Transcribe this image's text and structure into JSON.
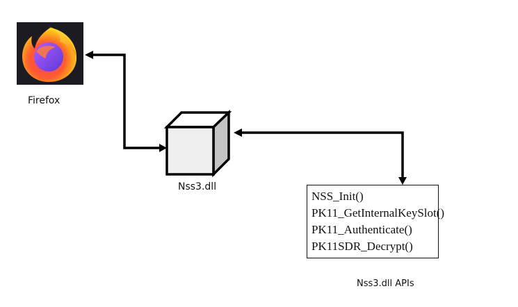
{
  "nodes": {
    "firefox": {
      "label": "Firefox",
      "icon": "firefox-logo-icon"
    },
    "nss_dll": {
      "label": "Nss3.dll",
      "icon": "cube-icon"
    },
    "api_list": {
      "caption": "Nss3.dll APIs",
      "items": [
        "NSS_Init()",
        "PK11_GetInternalKeySlot()",
        "PK11_Authenticate()",
        "PK11SDR_Decrypt()"
      ]
    }
  },
  "edges": [
    {
      "from": "nss_dll",
      "to": "firefox",
      "style": "double-arrow-elbow"
    },
    {
      "from": "api_list",
      "to": "nss_dll",
      "style": "double-arrow-elbow"
    }
  ],
  "colors": {
    "line": "#000000",
    "cube_front": "#efefef",
    "cube_side": "#c4c4c4",
    "cube_top": "#ffffff",
    "firefox_bg": "#1c1b22"
  }
}
